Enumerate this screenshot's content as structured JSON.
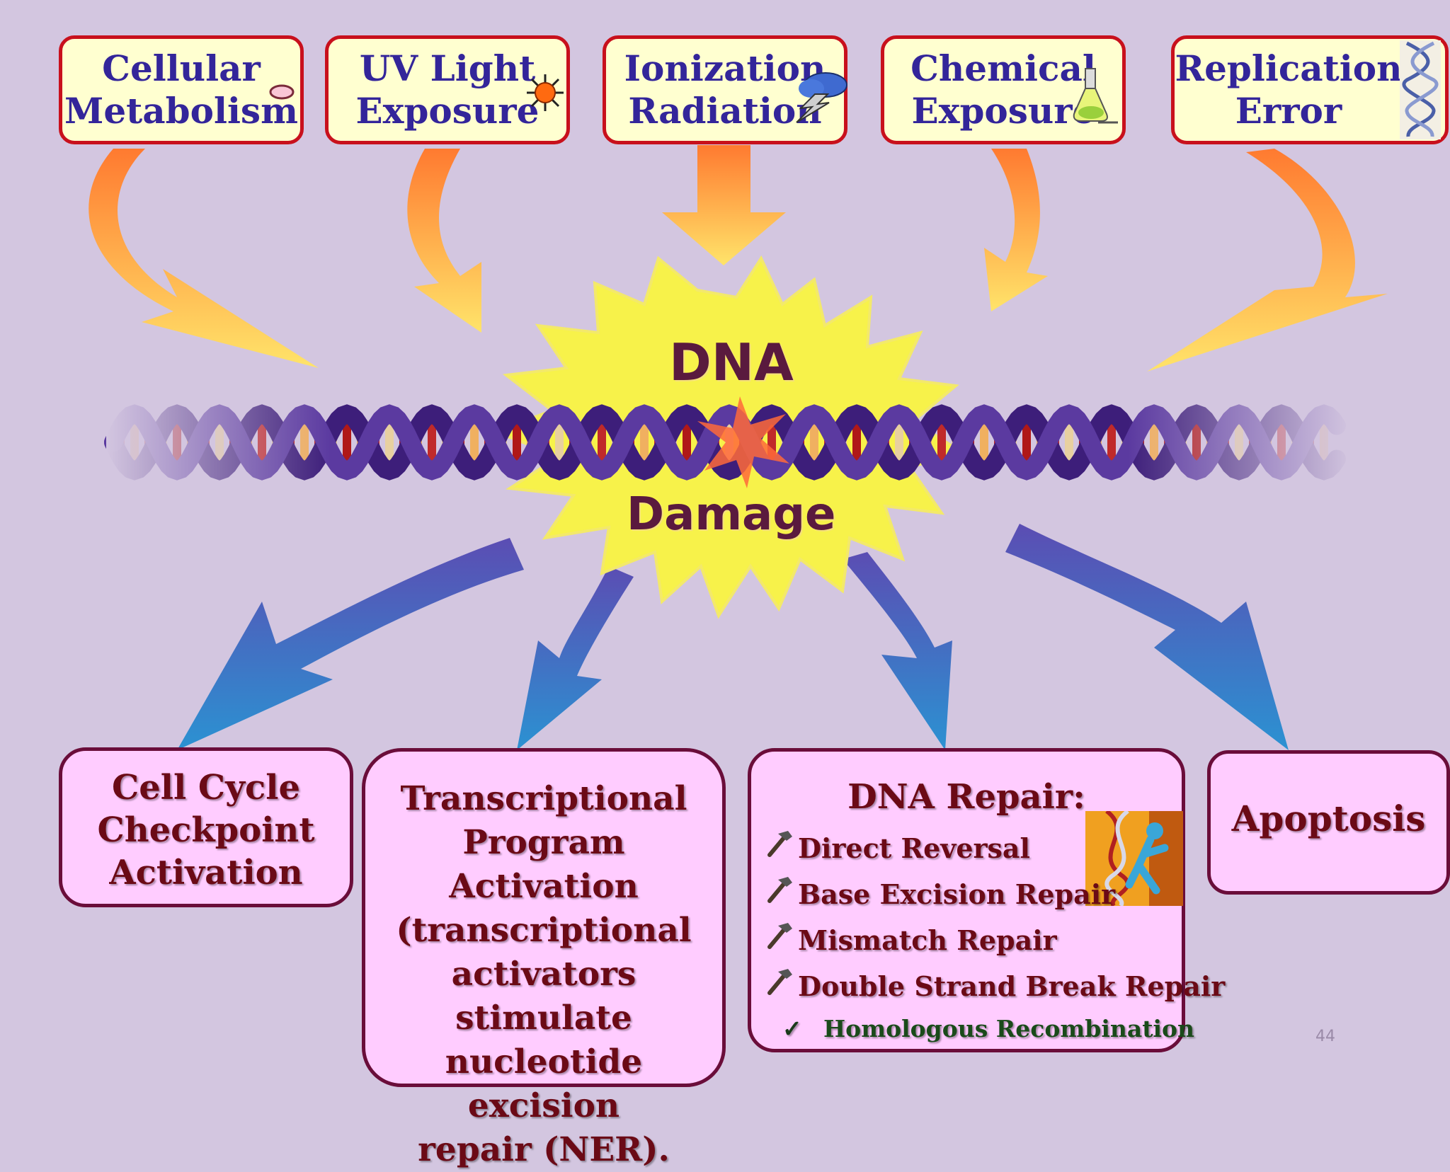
{
  "causes": [
    {
      "lines": [
        "Cellular",
        "Metabolism"
      ],
      "icon": "oval-icon"
    },
    {
      "lines": [
        "UV Light",
        "Exposure"
      ],
      "icon": "sun-icon"
    },
    {
      "lines": [
        "Ionization",
        "Radiation"
      ],
      "icon": "storm-cloud-icon"
    },
    {
      "lines": [
        "Chemical",
        "Exposure"
      ],
      "icon": "flask-icon"
    },
    {
      "lines": [
        "Replication",
        "Error"
      ],
      "icon": "dna-helix-icon"
    }
  ],
  "center": {
    "line1": "DNA",
    "line2": "Damage"
  },
  "outcomes": {
    "checkpoint": {
      "lines": [
        "Cell Cycle",
        "Checkpoint",
        "Activation"
      ]
    },
    "transcription": {
      "lines": [
        "Transcriptional",
        "Program Activation",
        "(transcriptional",
        "activators stimulate",
        "nucleotide excision",
        "repair (NER)."
      ]
    },
    "repair": {
      "title": "DNA Repair:",
      "items": [
        "Direct Reversal",
        "Base Excision Repair",
        "Mismatch Repair",
        "Double Strand Break Repair"
      ],
      "sub_item": "Homologous Recombination",
      "item_icon": "hammer-icon",
      "sub_icon": "checkmark-icon"
    },
    "apoptosis": {
      "label": "Apoptosis"
    }
  },
  "page_number": "44",
  "colors": {
    "background": "#d3c6e0",
    "cause_fill": "#ffffd0",
    "cause_border": "#c8101c",
    "cause_text": "#33259a",
    "outcome_fill": "#ffccff",
    "outcome_border": "#6a0d3a",
    "outcome_text": "#6b0a16",
    "burst": "#f7f24a",
    "arrow_in_top": "#ff8a3a",
    "arrow_in_bottom": "#ffe060",
    "arrow_out_top": "#5a4eb0",
    "arrow_out_bottom": "#2a8fd0"
  }
}
